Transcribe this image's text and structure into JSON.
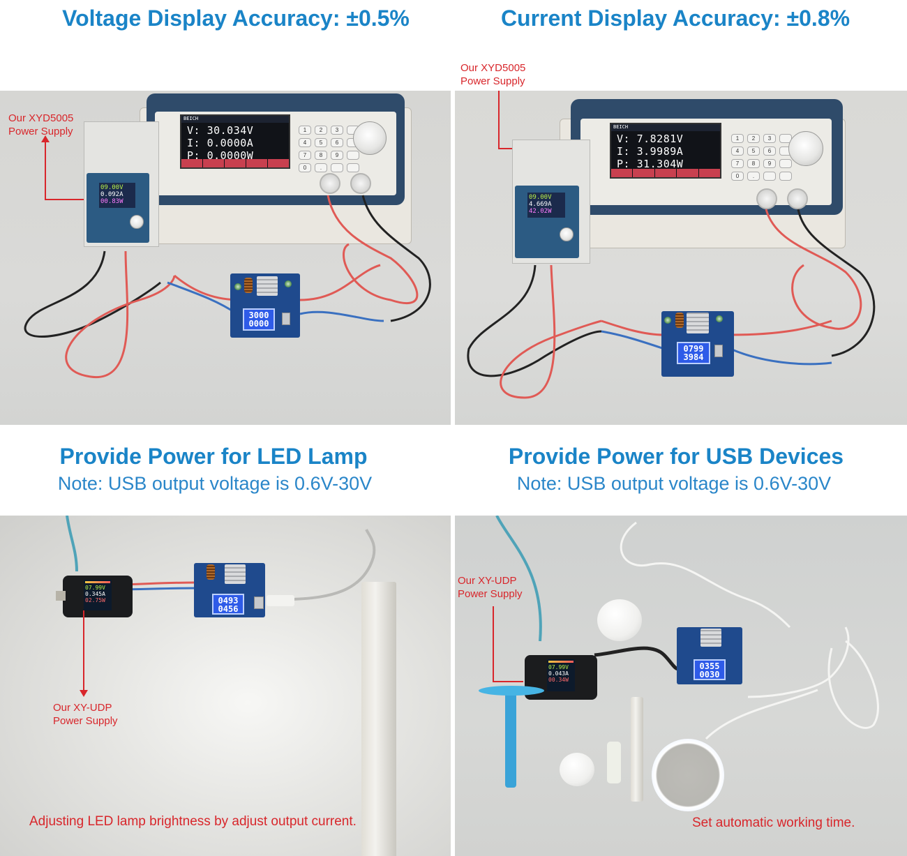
{
  "sections": {
    "voltage_test": {
      "heading": "Voltage Display Accuracy: ±0.5%",
      "label_line1": "Our XYD5005",
      "label_line2": "Power Supply",
      "load_display": {
        "brand": "BEICH",
        "voltage": "V: 30.034V",
        "current": "I: 0.0000A",
        "power": "P: 0.0000W"
      },
      "psu_display": {
        "voltage": "09.00V",
        "current": "0.092A",
        "power": "00.83W"
      },
      "module_display": {
        "line1": "3000",
        "line2": "0000"
      }
    },
    "current_test": {
      "heading": "Current Display Accuracy: ±0.8%",
      "label_line1": "Our XYD5005",
      "label_line2": "Power Supply",
      "load_display": {
        "brand": "BEICH",
        "voltage": "V: 7.8281V",
        "current": "I: 3.9989A",
        "power": "P: 31.304W"
      },
      "psu_display": {
        "voltage": "09.00V",
        "current": "4.669A",
        "power": "42.02W"
      },
      "module_display": {
        "line1": "0799",
        "line2": "3984"
      }
    },
    "led_lamp": {
      "heading": "Provide Power for LED Lamp",
      "note": "Note: USB output voltage is 0.6V-30V",
      "label_line1": "Our XY-UDP",
      "label_line2": "Power Supply",
      "caption": "Adjusting LED lamp brightness by adjust output current.",
      "udp_display": {
        "voltage": "07.99V",
        "current": "0.345A",
        "power": "02.75W"
      },
      "module_display": {
        "line1": "0493",
        "line2": "0456"
      }
    },
    "usb_devices": {
      "heading": "Provide Power for USB Devices",
      "note": "Note: USB output voltage is 0.6V-30V",
      "label_line1": "Our XY-UDP",
      "label_line2": "Power Supply",
      "caption": "Set automatic working time.",
      "udp_display": {
        "voltage": "07.99V",
        "current": "0.043A",
        "power": "00.34W"
      },
      "module_display": {
        "line1": "0355",
        "line2": "0030"
      }
    }
  },
  "colors": {
    "heading_blue": "#1a84c7",
    "label_red": "#d8262b",
    "lcd_blue": "#2e5be8"
  }
}
